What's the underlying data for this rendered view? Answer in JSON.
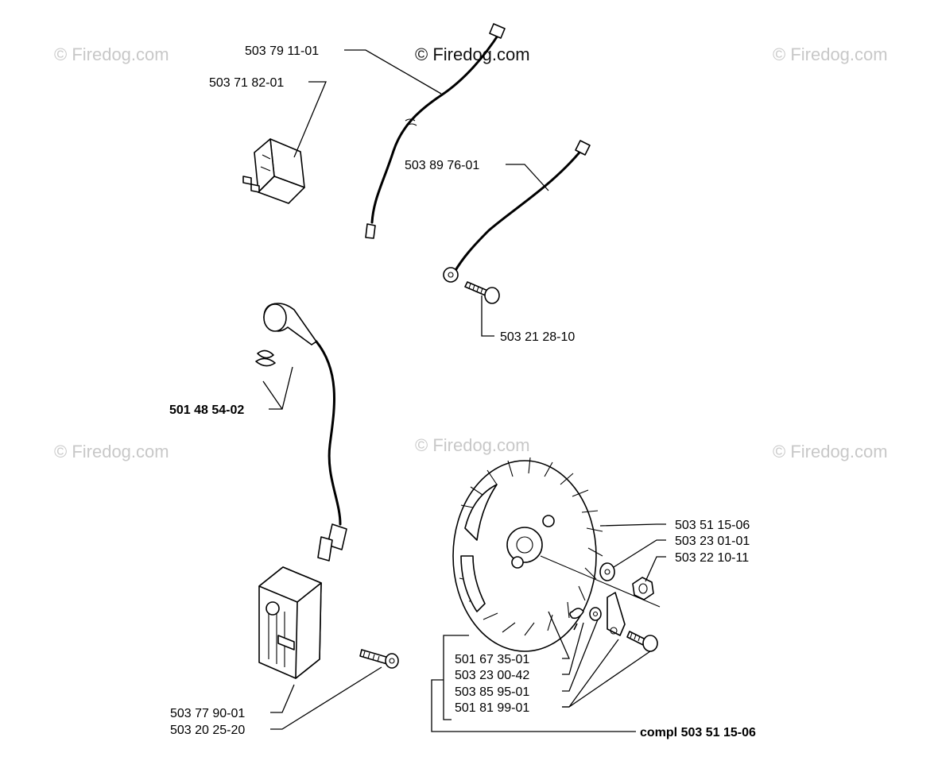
{
  "watermarks": {
    "top_left": "© Firedog.com",
    "top_center": "© Firedog.com",
    "top_right": "© Firedog.com",
    "mid_left": "© Firedog.com",
    "mid_center": "© Firedog.com",
    "mid_right": "© Firedog.com"
  },
  "parts": {
    "wire_long": "503 79 11-01",
    "switch": "503 71 82-01",
    "wire_short": "503 89 76-01",
    "screw_small": "503 21 28-10",
    "spark_cap_spring": "501 48 54-02",
    "flywheel": "503 51 15-06",
    "washer": "503 23 01-01",
    "nut": "503 22 10-11",
    "pawl_spring": "501 67 35-01",
    "pawl_washer": "503 23 00-42",
    "pawl": "503 85 95-01",
    "pawl_screw": "501 81 99-01",
    "coil": "503 77 90-01",
    "coil_screw": "503 20 25-20",
    "flywheel_complete": "compl 503 51 15-06"
  },
  "colors": {
    "line": "#000000",
    "watermark": "#c8c8c8",
    "background": "#ffffff"
  }
}
